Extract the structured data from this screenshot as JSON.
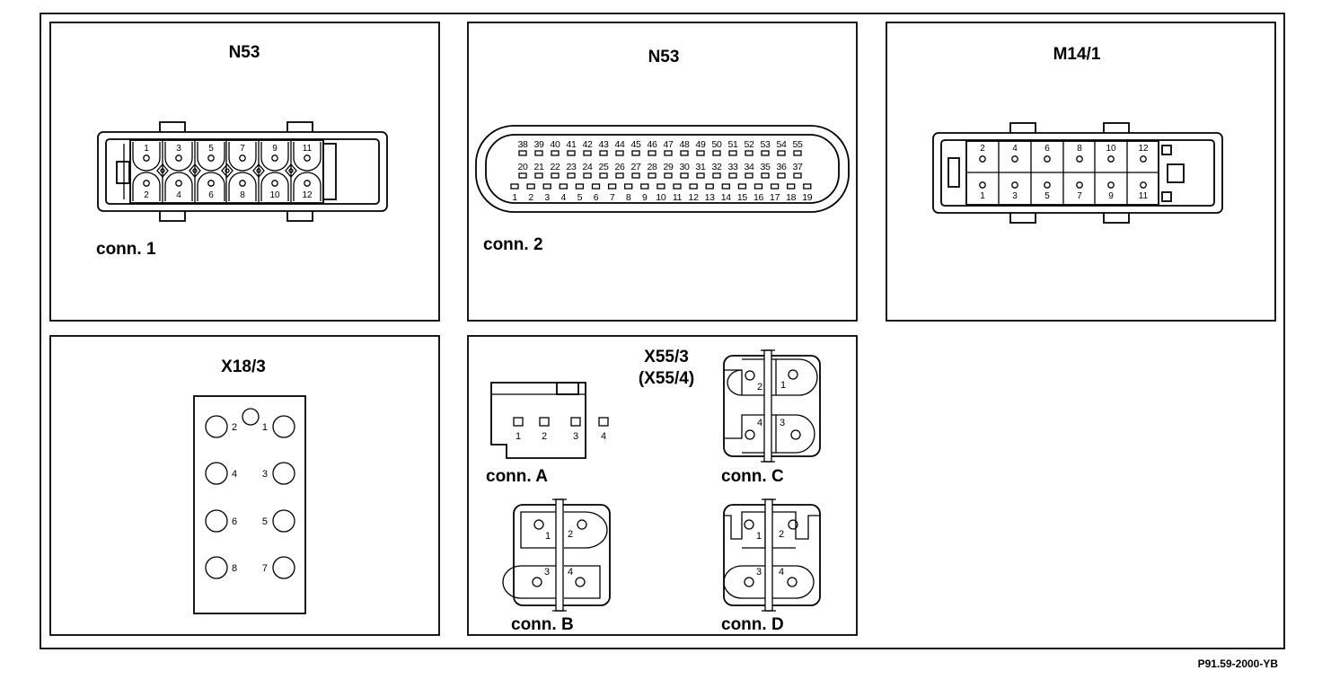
{
  "reference_code": "P91.59-2000-YB",
  "panels": {
    "n53_conn1": {
      "title": "N53",
      "label": "conn. 1",
      "top_pins": [
        "1",
        "3",
        "5",
        "7",
        "9",
        "11"
      ],
      "bottom_pins": [
        "2",
        "4",
        "6",
        "8",
        "10",
        "12"
      ]
    },
    "n53_conn2": {
      "title": "N53",
      "label": "conn. 2",
      "row_top": [
        "38",
        "39",
        "40",
        "41",
        "42",
        "43",
        "44",
        "45",
        "46",
        "47",
        "48",
        "49",
        "50",
        "51",
        "52",
        "53",
        "54",
        "55"
      ],
      "row_middle": [
        "20",
        "21",
        "22",
        "23",
        "24",
        "25",
        "26",
        "27",
        "28",
        "29",
        "30",
        "31",
        "32",
        "33",
        "34",
        "35",
        "36",
        "37"
      ],
      "row_bottom": [
        "1",
        "2",
        "3",
        "4",
        "5",
        "6",
        "7",
        "8",
        "9",
        "10",
        "11",
        "12",
        "13",
        "14",
        "15",
        "16",
        "17",
        "18",
        "19"
      ]
    },
    "m14_1": {
      "title": "M14/1",
      "top_pins": [
        "2",
        "4",
        "6",
        "8",
        "10",
        "12"
      ],
      "bottom_pins": [
        "1",
        "3",
        "5",
        "7",
        "9",
        "11"
      ]
    },
    "x18_3": {
      "title": "X18/3",
      "left_pins": [
        "2",
        "4",
        "6",
        "8"
      ],
      "right_pins": [
        "1",
        "3",
        "5",
        "7"
      ]
    },
    "x55_3": {
      "title": "X55/3",
      "subtitle": "(X55/4)",
      "conn_a": {
        "label": "conn. A",
        "pins": [
          "1",
          "2",
          "3",
          "4"
        ]
      },
      "conn_b": {
        "label": "conn. B",
        "pins": [
          "1",
          "2",
          "3",
          "4"
        ]
      },
      "conn_c": {
        "label": "conn. C",
        "pins": [
          "1",
          "2",
          "3",
          "4"
        ]
      },
      "conn_d": {
        "label": "conn. D",
        "pins": [
          "1",
          "2",
          "3",
          "4"
        ]
      }
    }
  }
}
